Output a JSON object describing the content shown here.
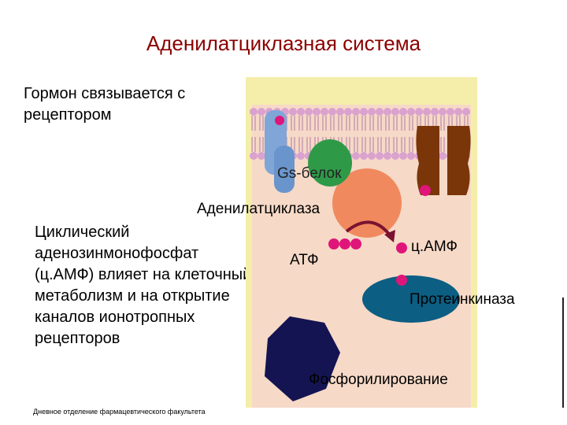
{
  "title": "Аденилатциклазная система",
  "intro_text": "Гормон связывается с рецептором",
  "body_text": "Циклический аденозинмонофосфат (ц.АМФ) влияет на клеточный метаболизм и на открытие каналов ионотропных рецепторов",
  "footer": "Дневное отделение фармацевтического факультета",
  "labels": {
    "gs_protein": "Gs-белок",
    "adenylate_cyclase": "Аденилатциклаза",
    "atf": "АТФ",
    "camp": "ц.АМФ",
    "protein_kinase": "Протеинкиназа",
    "phosphorylation": "Фосфорилирование"
  },
  "colors": {
    "title": "#8b0000",
    "cell_cytoplasm": "#f6d9c7",
    "cell_border": "#f4eeaa",
    "membrane_lipid": "#d9a2cf",
    "receptor": "#7fa6d6",
    "gs_protein": "#2e9a48",
    "adenylate_cyclase": "#f08a5e",
    "channel": "#7a3608",
    "dots": "#e0157a",
    "protein_kinase": "#0c5e83",
    "hexagon": "#141452"
  }
}
